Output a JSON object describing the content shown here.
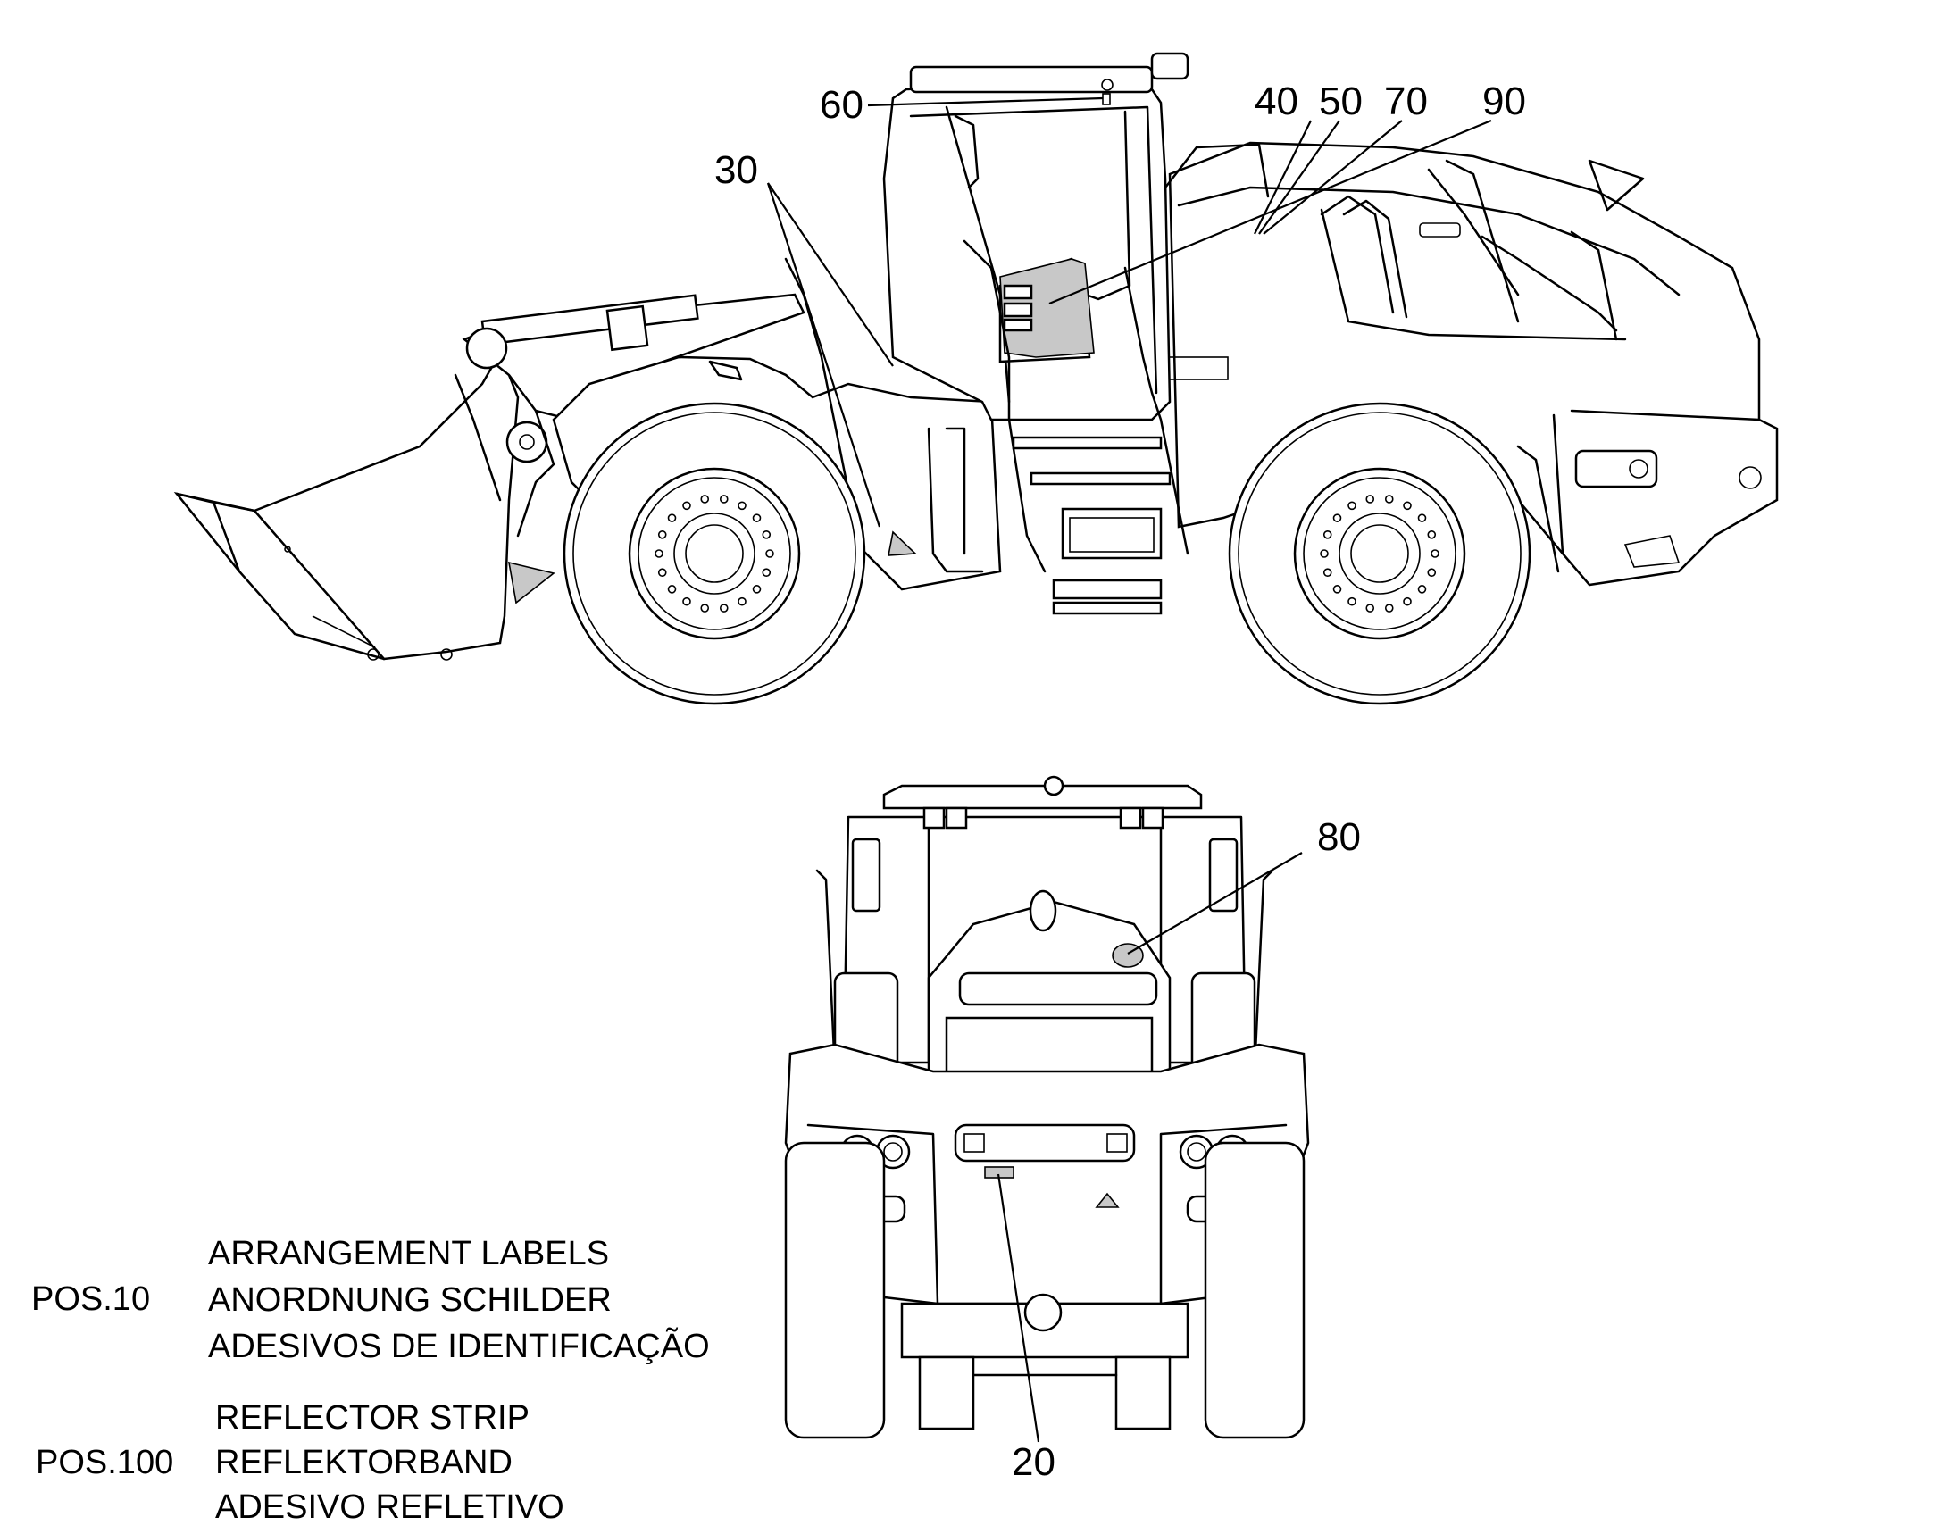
{
  "callouts": {
    "c20": "20",
    "c30": "30",
    "c40": "40",
    "c50": "50",
    "c60": "60",
    "c70": "70",
    "c80": "80",
    "c90": "90"
  },
  "legend": {
    "pos10": {
      "pos": "POS.10",
      "lines": [
        "ARRANGEMENT LABELS",
        "ANORDNUNG SCHILDER",
        "ADESIVOS DE IDENTIFICAÇÃO"
      ]
    },
    "pos100": {
      "pos": "POS.100",
      "lines": [
        "REFLECTOR STRIP",
        "REFLEKTORBAND",
        "ADESIVO REFLETIVO"
      ]
    }
  }
}
